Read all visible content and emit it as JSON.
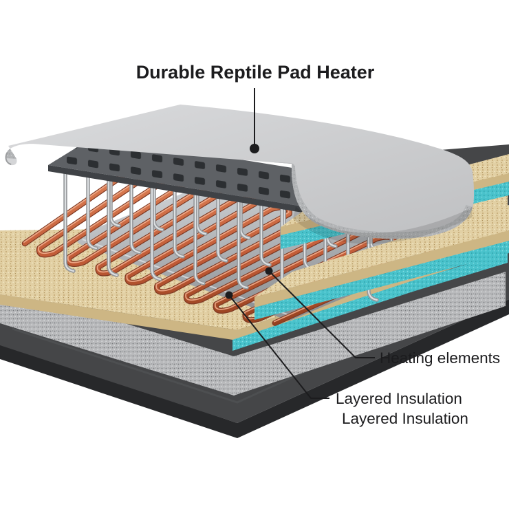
{
  "title": "Durable Reptile Pad Heater",
  "labels": {
    "heating_elements": "Heating elements",
    "layered_insulation_1": "Layered Insulation",
    "layered_insulation_2": "Layered Insulation"
  },
  "colors": {
    "background": "#ffffff",
    "text": "#1c1c1e",
    "line": "#1c1c1e",
    "pad_foam_gray": "#cdced0",
    "mesh_plate": "#5e6165",
    "heating_coil_copper": "#c36245",
    "metal_tray_silver": "#c2c5c8",
    "cork_layer_tan": "#e2d0a4",
    "foam_layer_teal": "#49c2cb",
    "felt_layer_gray": "#b9babc",
    "base_mat_charcoal": "#454648"
  }
}
